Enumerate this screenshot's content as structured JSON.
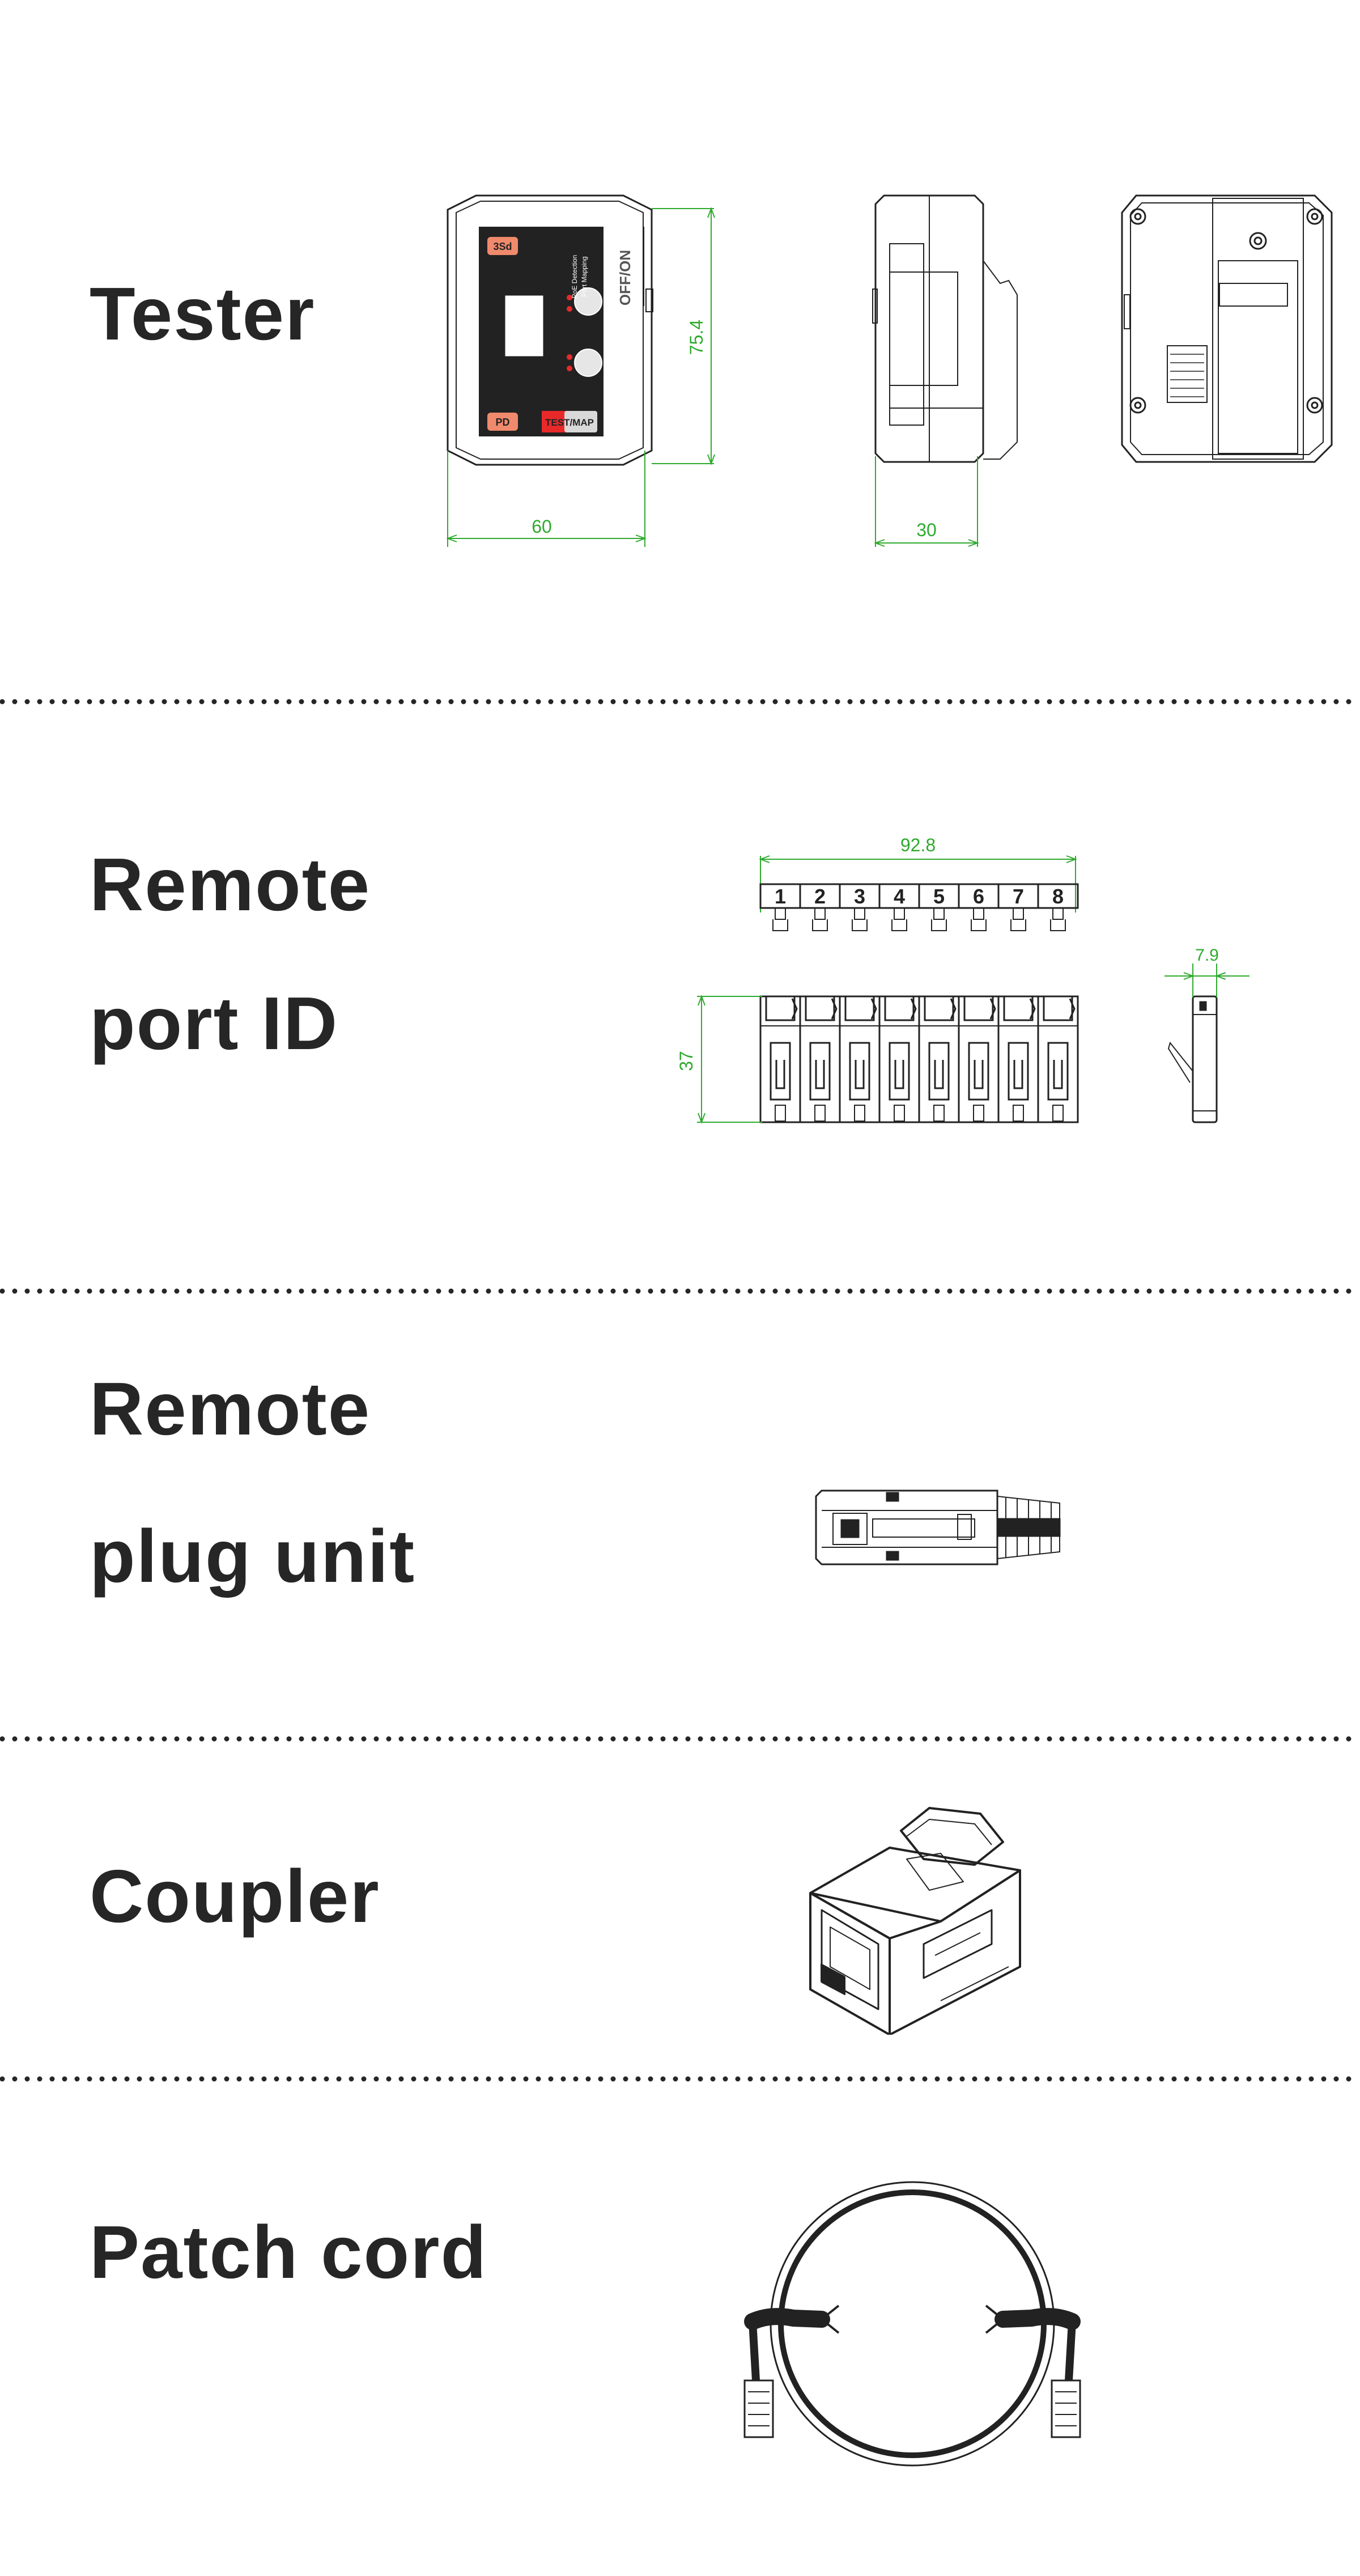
{
  "sections": {
    "tester": {
      "label": "Tester",
      "device": {
        "btn_top": "3Sd",
        "btn_pd": "PD",
        "btn_map": "TEST/MAP",
        "switch": "OFF/ON",
        "legend_1": "PoE Detection",
        "legend_2": "Port Mapping"
      },
      "dim_width": "60",
      "dim_height": "75.4",
      "dim_depth": "30"
    },
    "remote_port_id": {
      "label_line1": "Remote",
      "label_line2": "port ID",
      "port_numbers": [
        "1",
        "2",
        "3",
        "4",
        "5",
        "6",
        "7",
        "8"
      ],
      "dim_length": "92.8",
      "dim_height": "37",
      "dim_width": "7.9"
    },
    "remote_plug_unit": {
      "label_line1": "Remote",
      "label_line2": "plug unit"
    },
    "coupler": {
      "label": "Coupler"
    },
    "patch_cord": {
      "label": "Patch cord"
    }
  },
  "colors": {
    "text": "#262626",
    "dimension": "#2eaa2e",
    "accent_button": "#f08a6c",
    "accent_red": "#e8292a",
    "separator": "#262626"
  }
}
